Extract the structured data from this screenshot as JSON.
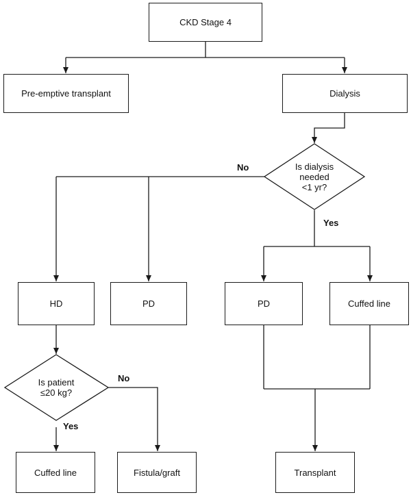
{
  "nodes": {
    "ckd": "CKD Stage 4",
    "preemptive": "Pre-emptive transplant",
    "dialysis": "Dialysis",
    "dialysis_question": [
      "Is dialysis",
      "needed",
      "<1 yr?"
    ],
    "hd": "HD",
    "pd_left": "PD",
    "pd_right": "PD",
    "cuffed_top": "Cuffed line",
    "patient_question": [
      "Is patient",
      "≤20 kg?"
    ],
    "cuffed_bottom": "Cuffed line",
    "fistula": "Fistula/graft",
    "transplant": "Transplant"
  },
  "branch_labels": {
    "dialysis_no": "No",
    "dialysis_yes": "Yes",
    "patient_no": "No",
    "patient_yes": "Yes"
  }
}
